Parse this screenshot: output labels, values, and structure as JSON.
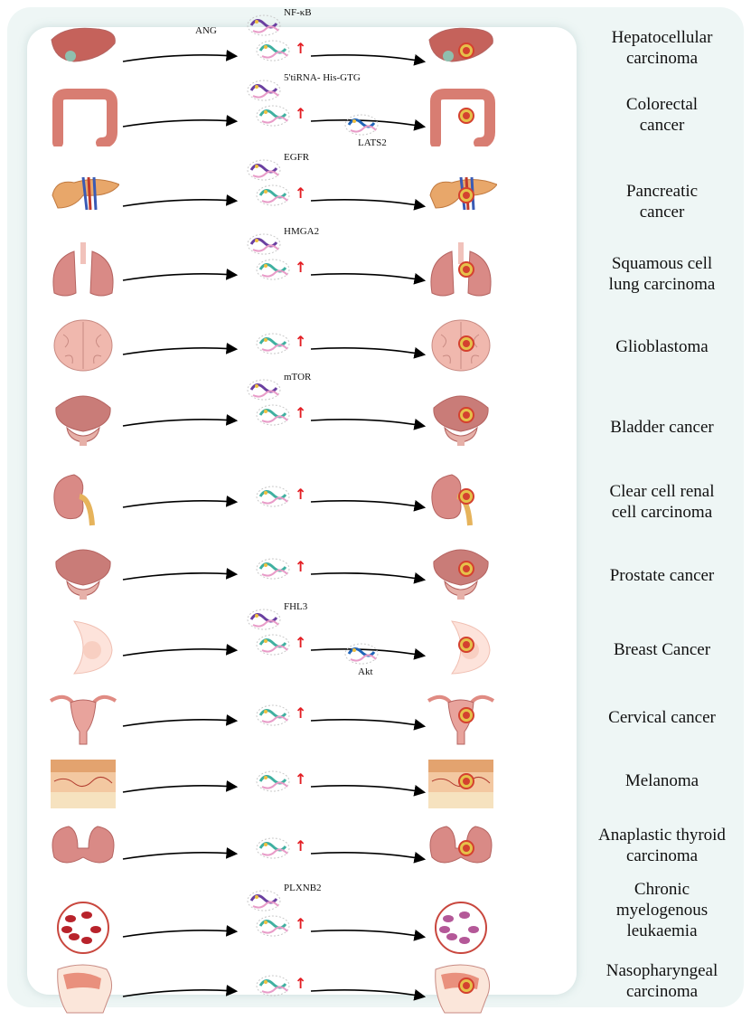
{
  "colors": {
    "frame": "#eef6f5",
    "arrow": "#000000",
    "up_arrow": "#e31e24",
    "tumor": "#d4412f"
  },
  "rows": [
    {
      "label": [
        "Hepatocellular",
        "carcinoma"
      ],
      "organ": "liver-icon",
      "partner": "NF-κB",
      "extra": "",
      "tag": "ANG"
    },
    {
      "label": [
        "Colorectal",
        "cancer"
      ],
      "organ": "colon-icon",
      "partner": "5'tiRNA- His-GTG",
      "extra": "LATS2",
      "tag": ""
    },
    {
      "label": [
        "Pancreatic",
        "cancer"
      ],
      "organ": "pancreas-icon",
      "partner": "EGFR",
      "extra": "",
      "tag": ""
    },
    {
      "label": [
        "Squamous cell",
        "lung carcinoma"
      ],
      "organ": "lung-icon",
      "partner": "HMGA2",
      "extra": "",
      "tag": ""
    },
    {
      "label": [
        "Glioblastoma"
      ],
      "organ": "brain-icon",
      "partner": "",
      "extra": "",
      "tag": ""
    },
    {
      "label": [
        "Bladder cancer"
      ],
      "organ": "bladder-icon",
      "partner": "mTOR",
      "extra": "",
      "tag": ""
    },
    {
      "label": [
        "Clear cell renal",
        "cell carcinoma"
      ],
      "organ": "kidney-icon",
      "partner": "",
      "extra": "",
      "tag": ""
    },
    {
      "label": [
        "Prostate cancer"
      ],
      "organ": "prostate-icon",
      "partner": "",
      "extra": "",
      "tag": ""
    },
    {
      "label": [
        "Breast Cancer"
      ],
      "organ": "breast-icon",
      "partner": "FHL3",
      "extra": "Akt",
      "tag": ""
    },
    {
      "label": [
        "Cervical cancer"
      ],
      "organ": "uterus-icon",
      "partner": "",
      "extra": "",
      "tag": ""
    },
    {
      "label": [
        "Melanoma"
      ],
      "organ": "skin-icon",
      "partner": "",
      "extra": "",
      "tag": ""
    },
    {
      "label": [
        "Anaplastic thyroid",
        "carcinoma"
      ],
      "organ": "thyroid-icon",
      "partner": "",
      "extra": "",
      "tag": ""
    },
    {
      "label": [
        "Chronic",
        "myelogenous",
        "leukaemia"
      ],
      "organ": "blood-cells-icon",
      "partner": "PLXNB2",
      "extra": "",
      "tag": ""
    },
    {
      "label": [
        "Nasopharyngeal",
        "carcinoma"
      ],
      "organ": "nasopharynx-icon",
      "partner": "",
      "extra": "",
      "tag": ""
    }
  ]
}
